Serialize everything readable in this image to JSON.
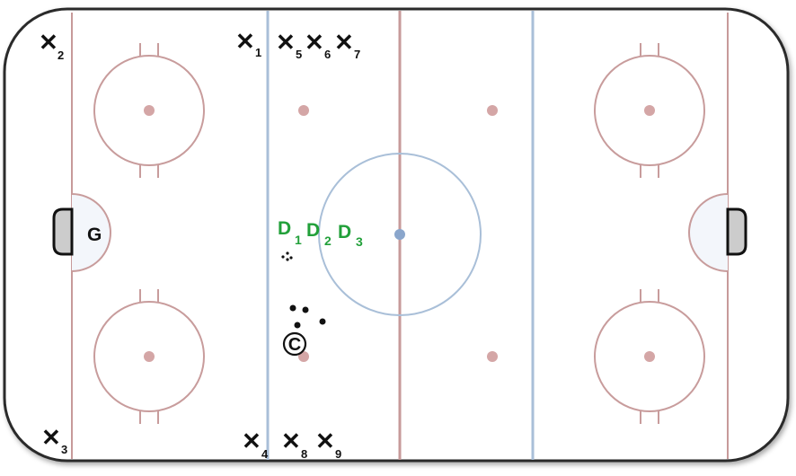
{
  "colors": {
    "board": "#222222",
    "ice": "#ffffff",
    "red_line": "#c79a9a",
    "blue_line": "#a9bfd8",
    "center_dot": "#8aa6cc",
    "faceoff": "#c89c9c",
    "goal": "#cccccc",
    "crease": "#f3f6fb",
    "defense": "#22a03a",
    "marker": "#111111"
  },
  "players": [
    {
      "symbol": "✕",
      "number": "1"
    },
    {
      "symbol": "✕",
      "number": "2"
    },
    {
      "symbol": "✕",
      "number": "3"
    },
    {
      "symbol": "✕",
      "number": "4"
    },
    {
      "symbol": "✕",
      "number": "5"
    },
    {
      "symbol": "✕",
      "number": "6"
    },
    {
      "symbol": "✕",
      "number": "7"
    },
    {
      "symbol": "✕",
      "number": "8"
    },
    {
      "symbol": "✕",
      "number": "9"
    }
  ],
  "defenders": [
    {
      "letter": "D",
      "number": "1"
    },
    {
      "letter": "D",
      "number": "2"
    },
    {
      "letter": "D",
      "number": "3"
    }
  ],
  "goalie": {
    "label": "G"
  },
  "coach": {
    "label": "C"
  }
}
